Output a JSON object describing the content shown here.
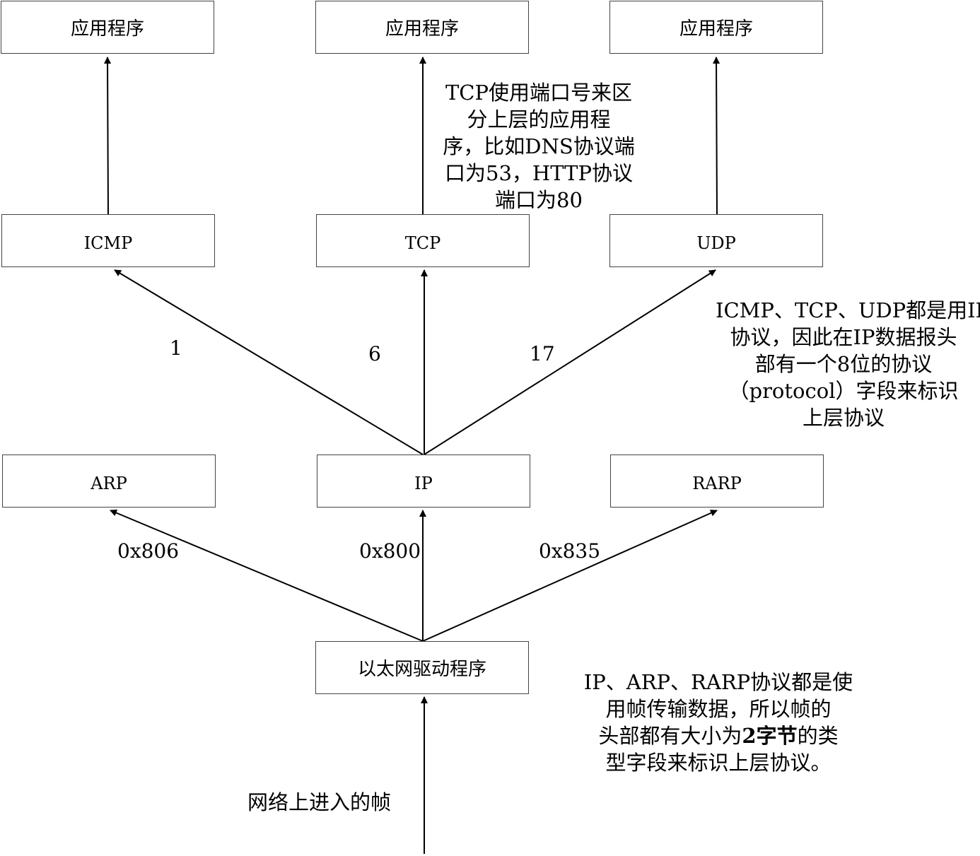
{
  "boxes": {
    "app_left": "应用程序",
    "app_mid": "应用程序",
    "app_right": "应用程序",
    "icmp": "ICMP",
    "tcp": "TCP",
    "udp": "UDP",
    "arp": "ARP",
    "ip": "IP",
    "rarp": "RARP",
    "ethernet_driver": "以太网驱动程序"
  },
  "edge_labels": {
    "icmp_proto": "1",
    "tcp_proto": "6",
    "udp_proto": "17",
    "arp_type": "0x806",
    "ip_type": "0x800",
    "rarp_type": "0x835",
    "incoming_frame": "网络上进入的帧"
  },
  "notes": {
    "tcp_ports": [
      "TCP使用端口号来区",
      "分上层的应用程",
      "序，比如DNS协议端",
      "口为53，HTTP协议",
      "端口为80"
    ],
    "ip_protocol": [
      "ICMP、TCP、UDP都是用IP",
      "协议，因此在IP数据报头",
      "部有一个8位的协议",
      "（protocol）字段来标识",
      "上层协议"
    ],
    "frame_type": {
      "line1": "IP、ARP、RARP协议都是使",
      "line2": "用帧传输数据，所以帧的",
      "line3_pre": "头部都有大小为",
      "line3_bold": "2字节",
      "line3_post": "的类",
      "line4": "型字段来标识上层协议。"
    }
  }
}
